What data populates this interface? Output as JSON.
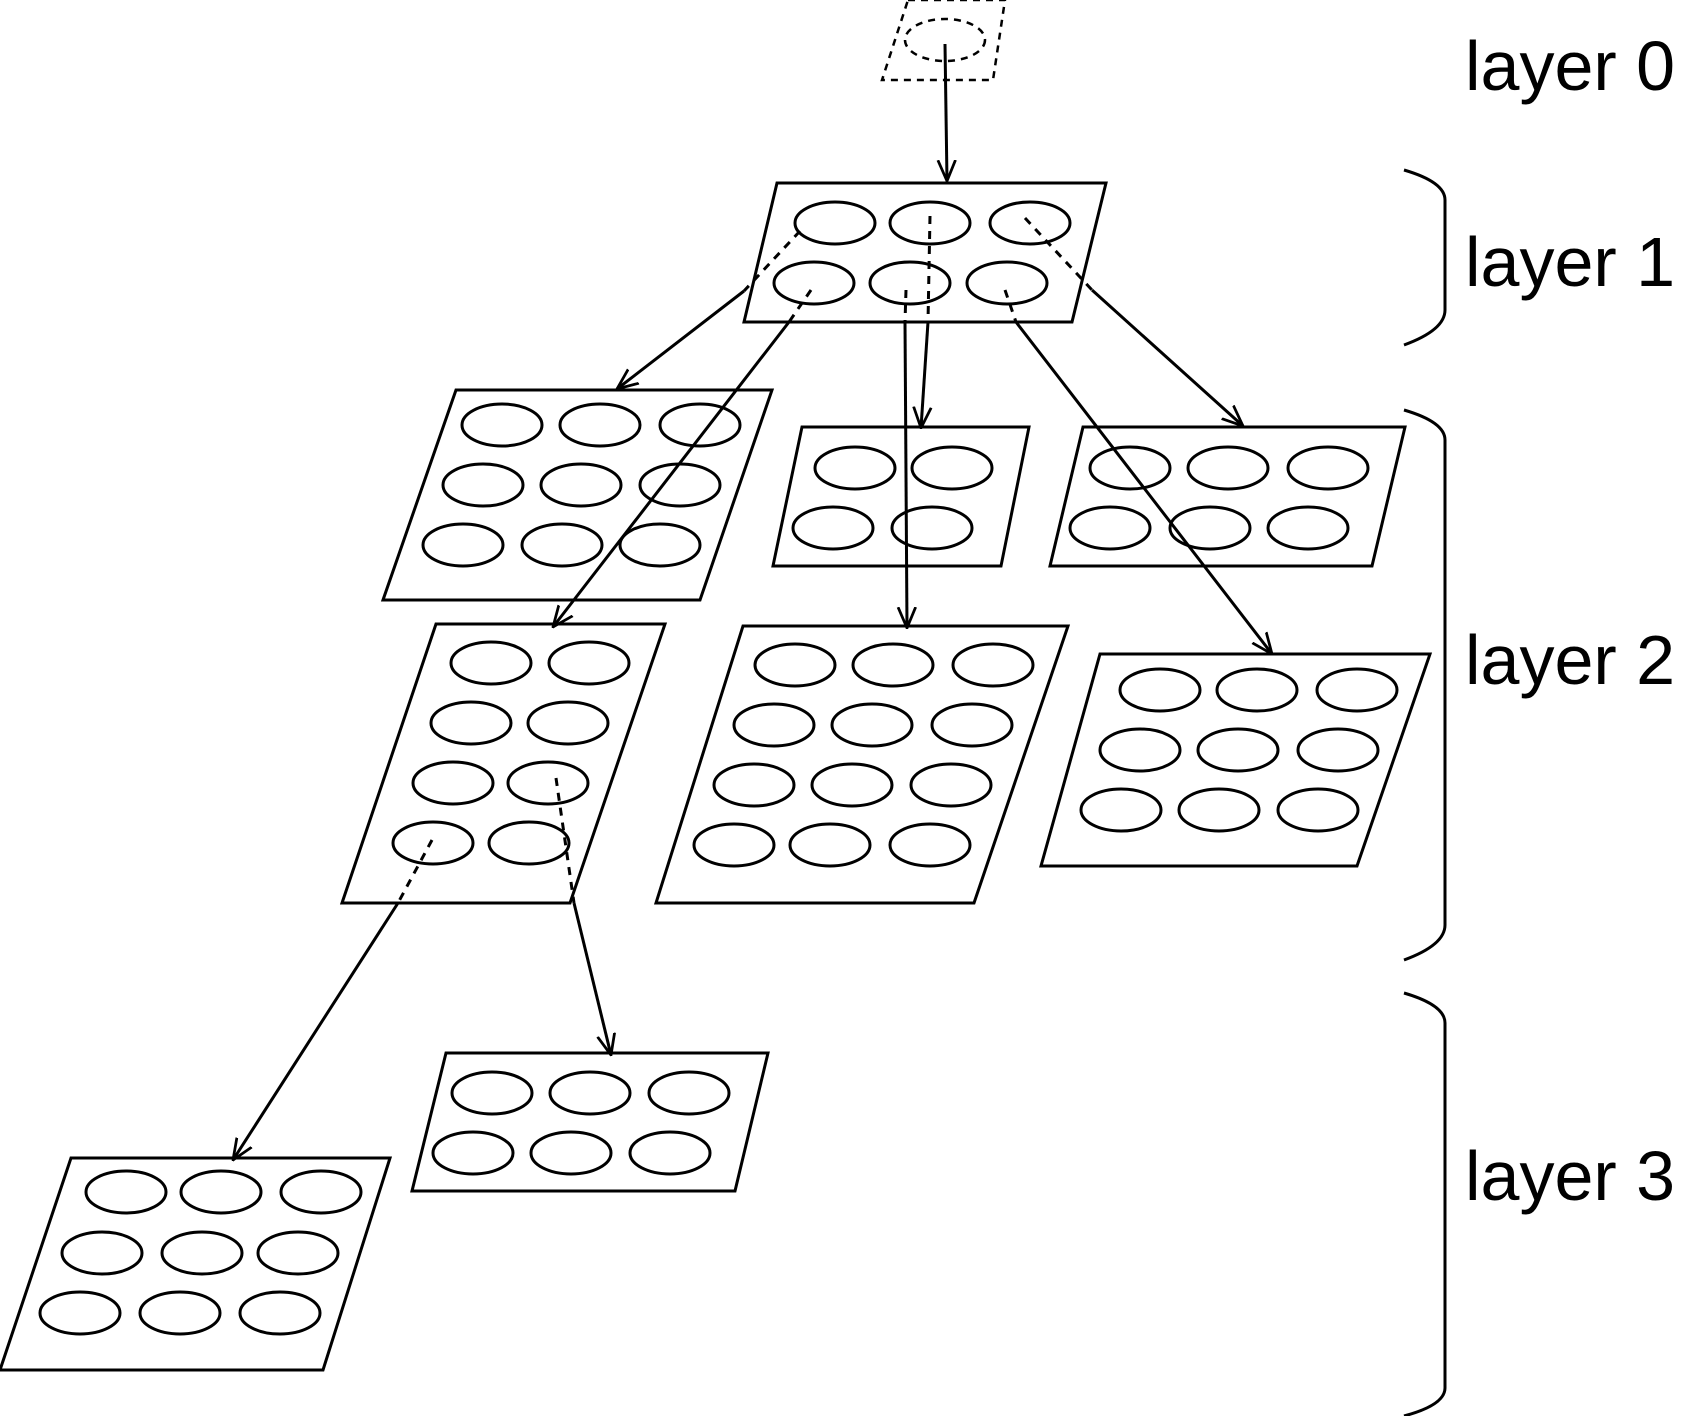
{
  "labels": {
    "layer0": "layer 0",
    "layer1": "layer 1",
    "layer2": "layer 2",
    "layer3": "layer 3"
  },
  "colors": {
    "stroke": "#000000",
    "background": "#ffffff"
  }
}
